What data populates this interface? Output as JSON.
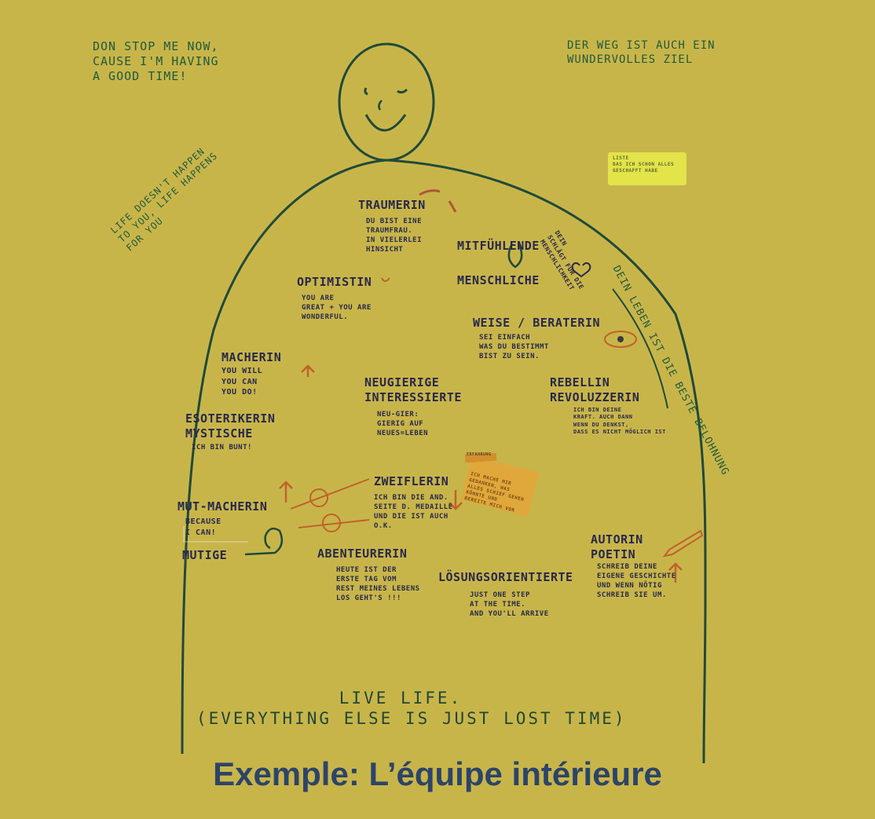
{
  "quotes": {
    "top_left": "DON STOP ME NOW,\nCAUSE I'M HAVING\nA GOOD TIME!",
    "top_right": "DER WEG IST AUCH EIN\nWUNDERVOLLES ZIEL",
    "left_rotated": "LIFE DOESN'T HAPPEN\nTO YOU, LIFE HAPPENS\nFOR YOU",
    "right_rotated": "DEIN LEBEN IST DIE BESTE BELOHNUNG",
    "heart_note": "DEIN\nSCHLÄGT FÜR DIE\nMENSCHLICHKEIT",
    "bottom": "LIVE LIFE.\n(EVERYTHING ELSE IS JUST LOST TIME)"
  },
  "roles": [
    {
      "id": "traumerin",
      "title": "TRAUMERIN",
      "note": "DU BIST EINE\nTRAUMFRAU.\nIN VIELERLEI\nHINSICHT"
    },
    {
      "id": "mitfuehlende",
      "title": "MITFÜHLENDE",
      "title2": "MENSCHLICHE",
      "note": ""
    },
    {
      "id": "optimistin",
      "title": "OPTIMISTIN",
      "note": "YOU ARE\nGREAT + YOU ARE\nWONDERFUL."
    },
    {
      "id": "weise",
      "title": "WEISE / BERATERIN",
      "note": "SEI EINFACH\nWAS DU BESTIMMT\nBIST ZU SEIN."
    },
    {
      "id": "macherin",
      "title": "MACHERIN",
      "note": "YOU WILL\nYOU CAN\nYOU DO!"
    },
    {
      "id": "neugierige",
      "title": "NEUGIERIGE\nINTERESSIERTE",
      "note": "NEU-GIER:\nGIERIG AUF\nNEUES=LEBEN"
    },
    {
      "id": "rebellin",
      "title": "REBELLIN\nREVOLUZZERIN",
      "note": "ICH BIN DEINE\nKRAFT. AUCH DANN\nWENN DU DENKST,\nDASS ES NICHT MÖGLICH IST"
    },
    {
      "id": "esoterikerin",
      "title": "ESOTERIKERIN\nMYSTISCHE",
      "note": "ICH BIN BUNT!"
    },
    {
      "id": "zweiflerin",
      "title": "ZWEIFLERIN",
      "note": "ICH BIN DIE AND.\nSEITE D. MEDAILLE\nUND DIE IST AUCH\nO.K."
    },
    {
      "id": "mutmacherin",
      "title": "MUT-MACHERIN",
      "note": "BECAUSE\nI CAN!",
      "title2": "MUTIGE"
    },
    {
      "id": "abenteurerin",
      "title": "ABENTEURERIN",
      "note": "HEUTE IST DER\nERSTE TAG VOM\nREST MEINES LEBENS\nLOS GEHT'S !!!"
    },
    {
      "id": "loesung",
      "title": "LÖSUNGSORIENTIERTE",
      "note": "JUST ONE STEP\nAT THE TIME.\nAND YOU'LL ARRIVE"
    },
    {
      "id": "autorin",
      "title": "AUTORIN\nPOETIN",
      "note": "SCHREIB DEINE\nEIGENE GESCHICHTE\nUND WENN NÖTIG\nSCHREIB SIE UM."
    }
  ],
  "stickies": {
    "yellow": "LISTE\nDAS ICH SCHON ALLES\nGESCHAFFT HABE",
    "orange": "ICH MACHE MIR\nGEDANKEN, WAS\nALLES SCHIEF GEHEN\nKÖNNTE UND\nBEREITE MICH VOR",
    "orange_top": "ERFAHRUNG"
  },
  "colors": {
    "background": "#c8b54a",
    "outline": "#1f4a3a",
    "role_ink": "#27284a",
    "caption": "#2c4468",
    "accent_orange": "#c0622a"
  },
  "caption": "Exemple: L’équipe intérieure"
}
